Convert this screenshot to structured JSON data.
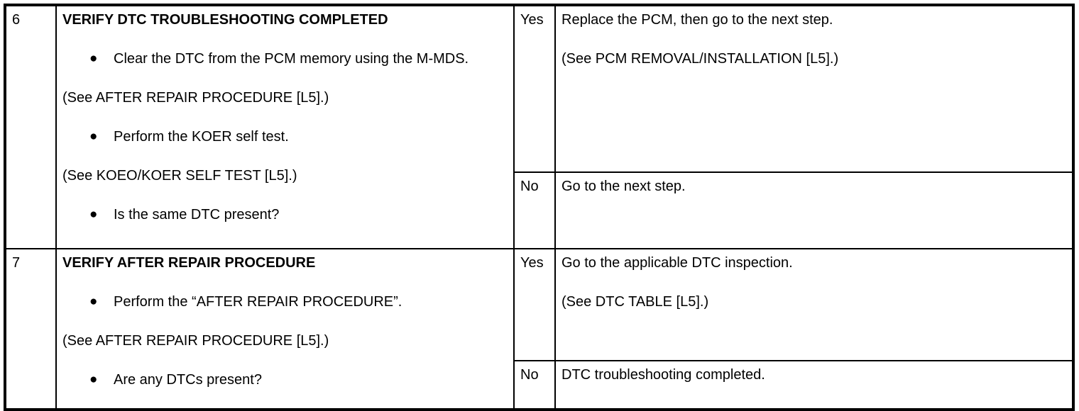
{
  "bullet_glyph": "●",
  "table": {
    "rows": [
      {
        "step": "6",
        "title": "VERIFY DTC TROUBLESHOOTING COMPLETED",
        "items": [
          {
            "text": "Clear the DTC from the PCM memory using the M-MDS.",
            "note": "(See AFTER REPAIR PROCEDURE [L5].)"
          },
          {
            "text": "Perform the KOER self test.",
            "note": "(See KOEO/KOER SELF TEST [L5].)"
          },
          {
            "text": "Is the same DTC present?"
          }
        ],
        "outcomes": [
          {
            "answer": "Yes",
            "line1": "Replace the PCM, then go to the next step.",
            "line2": "(See PCM REMOVAL/INSTALLATION [L5].)"
          },
          {
            "answer": "No",
            "line1": "Go to the next step."
          }
        ]
      },
      {
        "step": "7",
        "title": "VERIFY AFTER REPAIR PROCEDURE",
        "items": [
          {
            "text": "Perform the “AFTER REPAIR PROCEDURE”.",
            "note": "(See AFTER REPAIR PROCEDURE [L5].)"
          },
          {
            "text": "Are any DTCs present?"
          }
        ],
        "outcomes": [
          {
            "answer": "Yes",
            "line1": "Go to the applicable DTC inspection.",
            "line2": "(See DTC TABLE [L5].)"
          },
          {
            "answer": "No",
            "line1": "DTC troubleshooting completed."
          }
        ]
      }
    ]
  }
}
